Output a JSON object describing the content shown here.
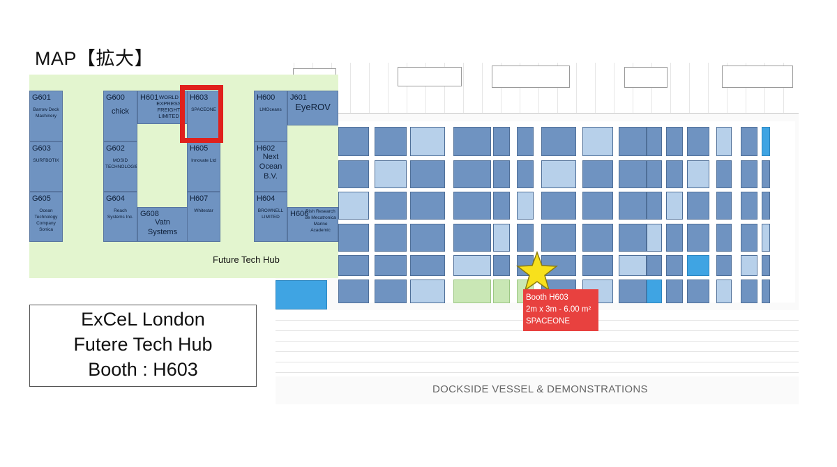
{
  "title": "MAP【拡大】",
  "floor_plan": {
    "dockside_label": "DOCKSIDE VESSEL & DEMONSTRATIONS",
    "callout": {
      "line1": "Booth  H603",
      "line2": "2m x 3m - 6.00 m²",
      "line3": "SPACEONE"
    },
    "marker_icon": "star-icon",
    "marker_color": "#f7e01c",
    "callout_color": "#e8413f"
  },
  "zoom_map": {
    "hub_label": "Future Tech Hub",
    "highlight_color": "#e0201c",
    "booths": [
      {
        "code": "G601",
        "name": "Barrow Deck Machinery"
      },
      {
        "code": "G603",
        "name": "SURFBOTIX"
      },
      {
        "code": "G605",
        "name": "Ocean Technology Company Sonica"
      },
      {
        "code": "G600",
        "name": "chick"
      },
      {
        "code": "G602",
        "name": "MOSID TECHNOLOGIES"
      },
      {
        "code": "G604",
        "name": "Reach Systems Inc."
      },
      {
        "code": "G608",
        "name": "Vatn Systems"
      },
      {
        "code": "H601",
        "name": "WORLD EXPRESS FREIGHT LIMITED"
      },
      {
        "code": "H603",
        "name": "SPACEONE"
      },
      {
        "code": "H605",
        "name": "Innovate Ltd"
      },
      {
        "code": "H607",
        "name": "Whitestar"
      },
      {
        "code": "H600",
        "name": "LMOceans"
      },
      {
        "code": "H602",
        "name": "Next Ocean B.V."
      },
      {
        "code": "H604",
        "name": "BROWNELL LIMITED"
      },
      {
        "code": "J601",
        "name": "EyeROV"
      },
      {
        "code": "H606",
        "name": "Rish Research de Mecatronica Marine Academic"
      }
    ]
  },
  "info_box": {
    "line1": "ExCeL London",
    "line2": "Futere Tech Hub",
    "line3": "Booth : H603"
  }
}
